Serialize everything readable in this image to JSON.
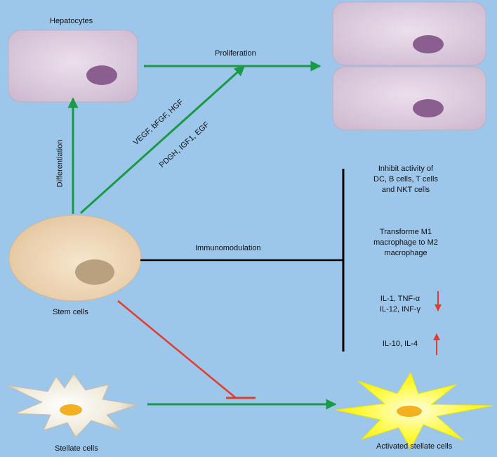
{
  "labels": {
    "hepatocytes": "Hepatocytes",
    "proliferation": "Proliferation",
    "differentiation": "Differentiation",
    "growth_factors_1": "VEGF, bFGF, HGF",
    "growth_factors_2": "PDGH, IGF1, EGF",
    "immunomodulation": "Immunomodulation",
    "stem_cells": "Stem cells",
    "stellate_cells": "Stellate cells",
    "activated_stellate_cells": "Activated stellate cells"
  },
  "effects": {
    "inhibit": [
      "Inhibit activity of",
      "DC, B cells, T cells",
      "and NKT cells"
    ],
    "transform": [
      "Transforme M1",
      "macrophage to M2",
      "macrophage"
    ],
    "down": [
      "IL-1, TNF-α",
      "IL-12, INF-γ"
    ],
    "up": "IL-10, IL-4"
  },
  "colors": {
    "background": "#9cc6ea",
    "hepatocyte_fill": "#e3d3e3",
    "nucleus": "#8a5f90",
    "stem_cell_fill": "#f2ddbd",
    "stem_nucleus": "#b9a07e",
    "stellate_fill": "#f4efe2",
    "activated_fill": "#fff52e",
    "stellate_nucleus": "#f3b021",
    "green_arrow": "#1a9a45",
    "red_arrow": "#e53b2e",
    "black_line": "#000000"
  }
}
